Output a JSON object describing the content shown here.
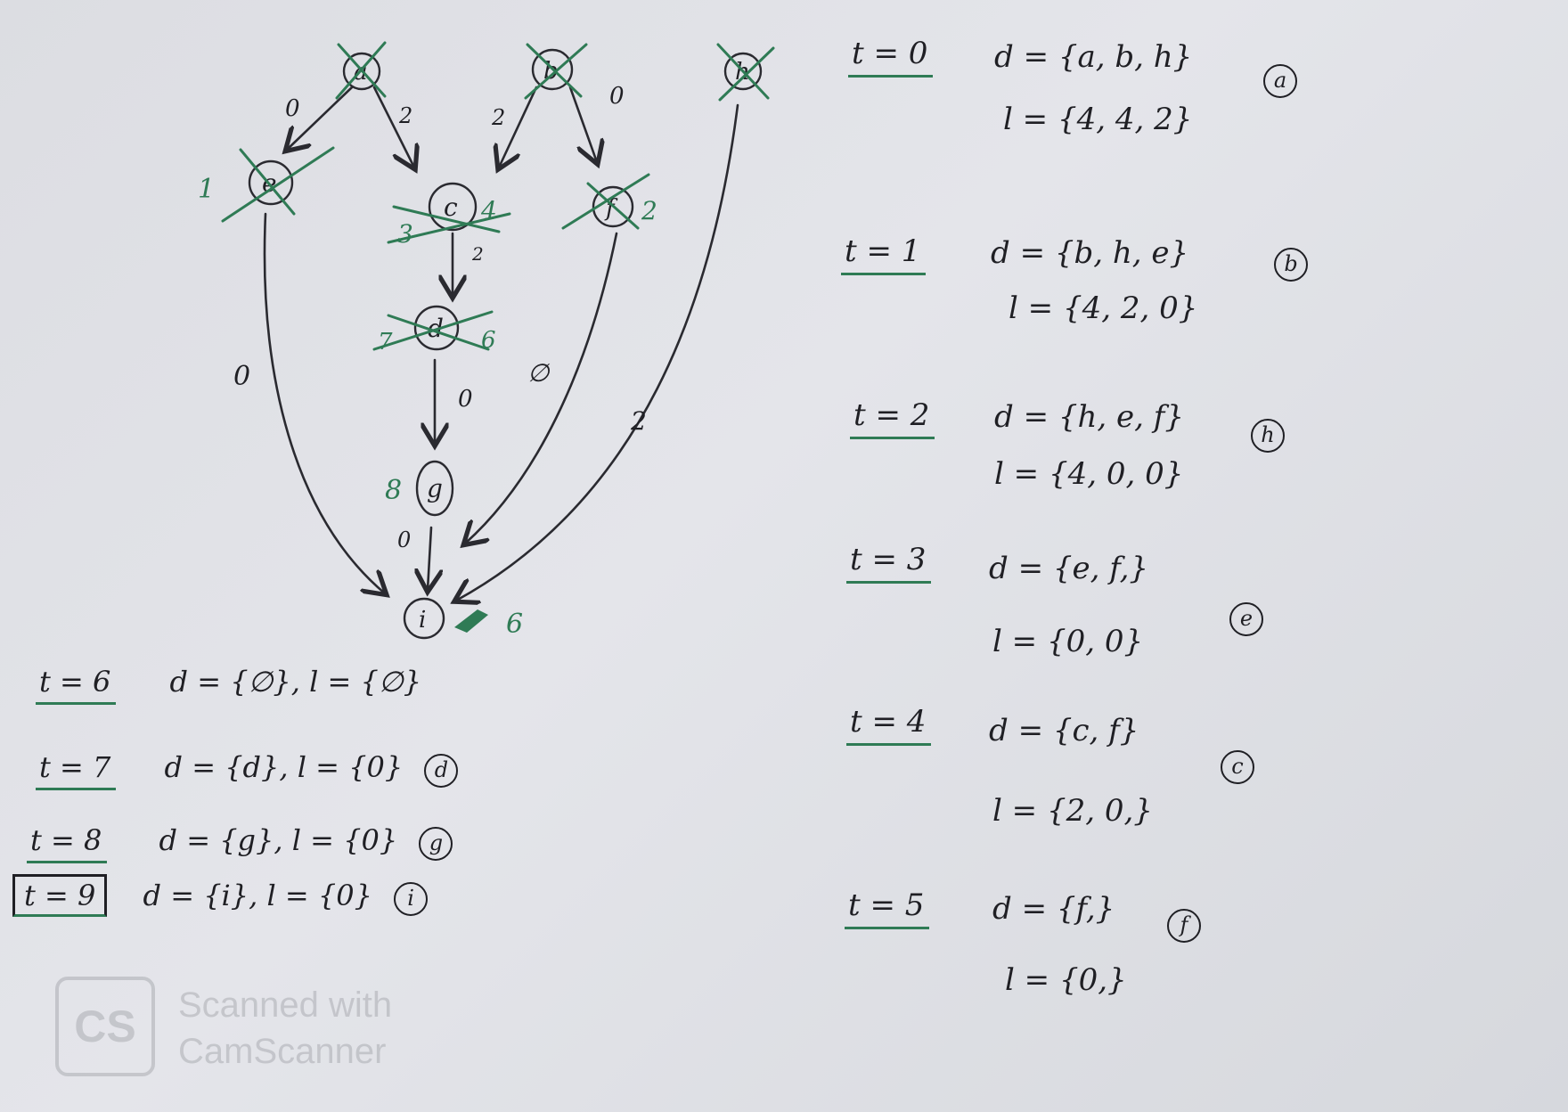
{
  "graph": {
    "nodes": [
      {
        "id": "a",
        "label": "a",
        "crossed": true
      },
      {
        "id": "b",
        "label": "b",
        "crossed": true
      },
      {
        "id": "h",
        "label": "h",
        "crossed": true
      },
      {
        "id": "e",
        "label": "e",
        "crossed": true,
        "time": "1"
      },
      {
        "id": "c",
        "label": "c",
        "crossed": true,
        "time_crossed": "3",
        "time": "4"
      },
      {
        "id": "f",
        "label": "f",
        "crossed": true,
        "time": "2"
      },
      {
        "id": "d",
        "label": "d",
        "crossed": true,
        "time_crossed": "7",
        "time": "6"
      },
      {
        "id": "g",
        "label": "g",
        "crossed": false,
        "time": "8"
      },
      {
        "id": "i",
        "label": "i",
        "crossed": false,
        "time": "6"
      }
    ],
    "edges": [
      {
        "from": "a",
        "to": "e",
        "weight": "0"
      },
      {
        "from": "a",
        "to": "c",
        "weight": "2"
      },
      {
        "from": "b",
        "to": "c",
        "weight": "2"
      },
      {
        "from": "b",
        "to": "f",
        "weight": "0"
      },
      {
        "from": "c",
        "to": "d",
        "weight": "2"
      },
      {
        "from": "d",
        "to": "g",
        "weight": "0"
      },
      {
        "from": "g",
        "to": "i",
        "weight": "0"
      },
      {
        "from": "e",
        "to": "i",
        "weight": "0"
      },
      {
        "from": "f",
        "to": "i",
        "weight": "∅"
      },
      {
        "from": "h",
        "to": "i",
        "weight": "2"
      }
    ]
  },
  "steps_right": [
    {
      "t": "t = 0",
      "d": "d = {a, b, h}",
      "l": "l = {4, 4, 2}",
      "picked": "a"
    },
    {
      "t": "t = 1",
      "d": "d = {b, h, e}",
      "l": "l = {4, 2, 0}",
      "picked": "b"
    },
    {
      "t": "t = 2",
      "d": "d = {h, e, f}",
      "l": "l = {4, 0, 0}",
      "picked": "h"
    },
    {
      "t": "t = 3",
      "d": "d = {e, f,}",
      "l": "l = {0, 0}",
      "picked": "e"
    },
    {
      "t": "t = 4",
      "d": "d = {c, f}",
      "l": "l = {2, 0,}",
      "picked": "c"
    },
    {
      "t": "t = 5",
      "d": "d = {f,}",
      "l": "l = {0,}",
      "picked": "f"
    }
  ],
  "steps_left": [
    {
      "t": "t = 6",
      "text": "d = {∅}, l = {∅}",
      "picked": ""
    },
    {
      "t": "t = 7",
      "text": "d = {d}, l = {0}",
      "picked": "d"
    },
    {
      "t": "t = 8",
      "text": "d = {g}, l = {0}",
      "picked": "g"
    },
    {
      "t": "t = 9",
      "text": "d = {i}, l = {0}",
      "picked": "i"
    }
  ],
  "watermark": {
    "logo": "CS",
    "line1": "Scanned with",
    "line2": "CamScanner"
  },
  "colors": {
    "ink": "#1f1f24",
    "green": "#2f7b55",
    "paper": "#dedfe4"
  }
}
